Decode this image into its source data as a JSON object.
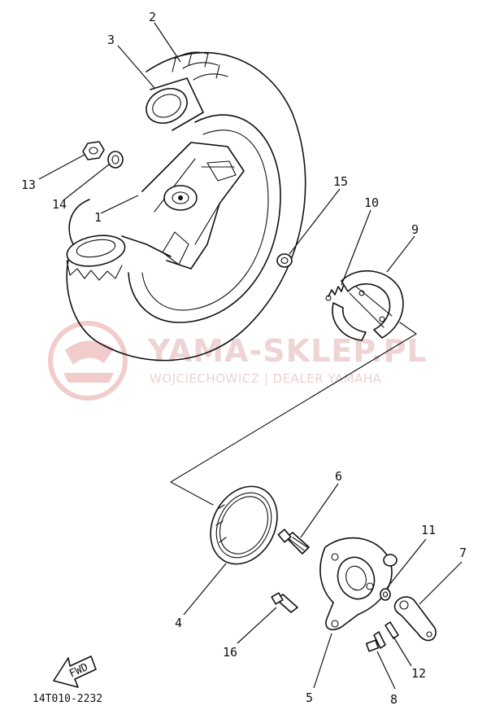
{
  "diagram": {
    "part_labels": [
      {
        "id": "2",
        "text": "2"
      },
      {
        "id": "3",
        "text": "3"
      },
      {
        "id": "13",
        "text": "13"
      },
      {
        "id": "14",
        "text": "14"
      },
      {
        "id": "1",
        "text": "1"
      },
      {
        "id": "15",
        "text": "15"
      },
      {
        "id": "10",
        "text": "10"
      },
      {
        "id": "9",
        "text": "9"
      },
      {
        "id": "6",
        "text": "6"
      },
      {
        "id": "11",
        "text": "11"
      },
      {
        "id": "7",
        "text": "7"
      },
      {
        "id": "4",
        "text": "4"
      },
      {
        "id": "16",
        "text": "16"
      },
      {
        "id": "12",
        "text": "12"
      },
      {
        "id": "5",
        "text": "5"
      },
      {
        "id": "8",
        "text": "8"
      }
    ],
    "fwd_marker": "FWD",
    "drawing_code": "14T010-2232"
  },
  "watermark": {
    "brand": "YAMA-SKLEP.PL",
    "tagline": "WOJCIECHOWICZ | DEALER YAMAHA",
    "logo_color": "#e38d8d",
    "text_color": "#e9c6c6"
  }
}
